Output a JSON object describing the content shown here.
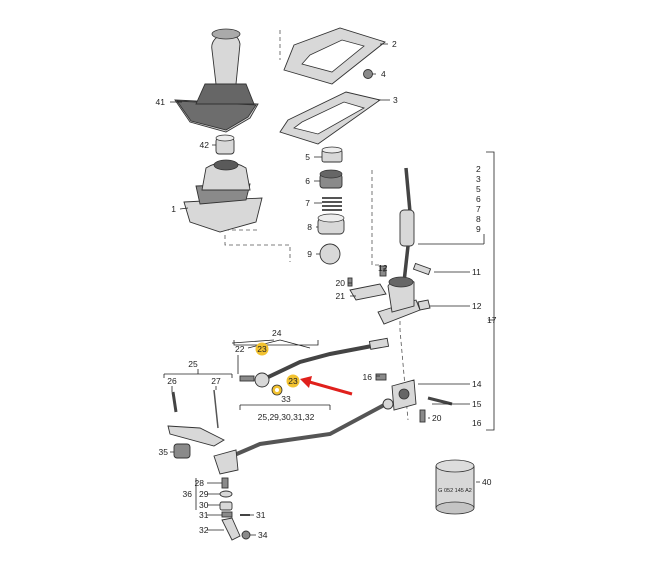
{
  "parts": {
    "p1": "1",
    "p2": "2",
    "p3": "3",
    "p4": "4",
    "p5": "5",
    "p6": "6",
    "p7": "7",
    "p8": "8",
    "p9": "9",
    "p11": "11",
    "p12a": "12",
    "p12b": "12",
    "p14": "14",
    "p15": "15",
    "p16": "16",
    "p16b": "16",
    "p17": "17",
    "p20a": "20",
    "p20b": "20",
    "p21": "21",
    "p22": "22",
    "p23a": "23",
    "p23b": "23",
    "p24": "24",
    "p25": "25",
    "p26": "26",
    "p27": "27",
    "p28": "28",
    "p29": "29",
    "p30": "30",
    "p31a": "31",
    "p31b": "31",
    "p32": "32",
    "p33": "33",
    "p34": "34",
    "p35": "35",
    "p36": "36",
    "p40": "40",
    "p41": "41",
    "p42": "42",
    "group33": "25,29,30,31,32",
    "stack": [
      "2",
      "3",
      "5",
      "6",
      "7",
      "8",
      "9"
    ]
  },
  "kit_label": "G 052 145 A2",
  "colors": {
    "highlight": "#f2c230",
    "arrow": "#e0201c"
  }
}
